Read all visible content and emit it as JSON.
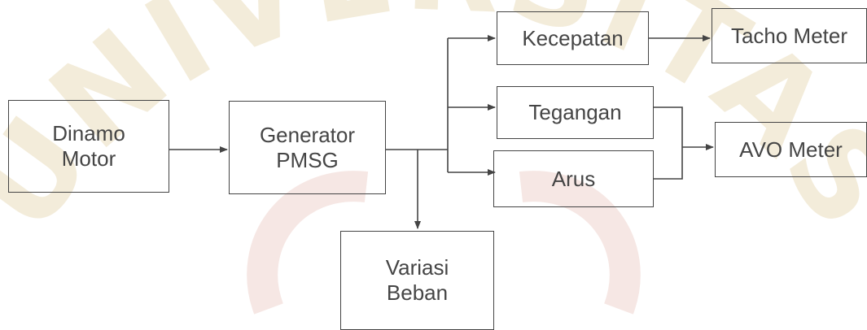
{
  "diagram": {
    "blocks": {
      "dinamo_motor": "Dinamo\nMotor",
      "generator_pmsg": "Generator\nPMSG",
      "variasi_beban": "Variasi\nBeban",
      "kecepatan": "Kecepatan",
      "tegangan": "Tegangan",
      "arus": "Arus",
      "tacho_meter": "Tacho Meter",
      "avo_meter": "AVO Meter"
    },
    "watermark": "UNIVERSITAS",
    "colors": {
      "line": "#444444",
      "text": "#454545",
      "watermark": "#f3ecda"
    }
  }
}
